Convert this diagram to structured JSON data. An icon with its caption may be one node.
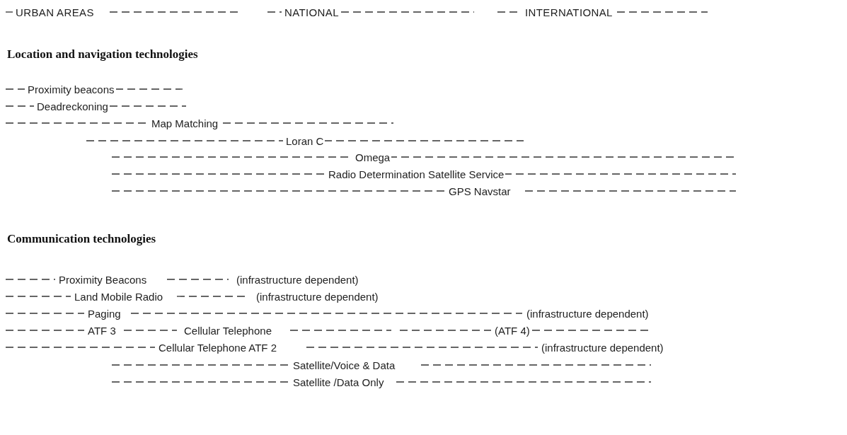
{
  "diagram": {
    "labels": [
      "URBAN AREAS",
      "NATIONAL",
      "INTERNATIONAL",
      "Location and navigation technologies",
      "Proximity beacons",
      "Deadreckoning",
      "Map Matching",
      "Loran C",
      "Omega",
      "Radio Determination Satellite Service",
      "GPS Navstar",
      "Communication technologies",
      "Proximity Beacons",
      "(infrastructure dependent)",
      "Land Mobile Radio",
      "(infrastructure dependent)",
      "Paging",
      "(infrastructure dependent)",
      "ATF 3",
      "Cellular Telephone",
      "(ATF 4)",
      "Cellular Telephone ATF 2",
      "(infrastructure dependent)",
      "Satellite/Voice & Data",
      "Satellite /Data Only"
    ]
  }
}
